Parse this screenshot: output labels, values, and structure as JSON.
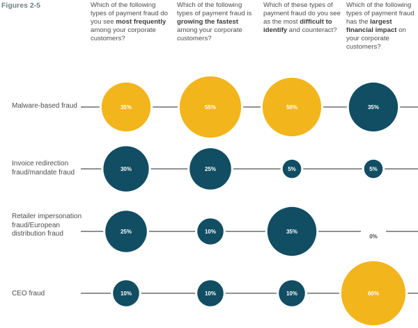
{
  "figure_label": "Figures 2-5",
  "columns": [
    {
      "pre": "Which of the following types of payment fraud do you see ",
      "bold": "most frequently",
      "post": " among your corporate customers?"
    },
    {
      "pre": "Which of the following types of payment fraud is ",
      "bold": "growing the fastest",
      "post": " among your corporate customers?"
    },
    {
      "pre": "Which of these types of payment fraud do you see as the most ",
      "bold": "difficult to identify",
      "post": " and counteract?"
    },
    {
      "pre": "Which of the following types of payment fraud has the ",
      "bold": "largest financial impact",
      "post": " on your corporate customers?"
    }
  ],
  "colors": {
    "gold": "#F2B51C",
    "teal": "#114D63",
    "line": "#222222",
    "text": "#4D4D4D"
  },
  "chart_data": {
    "type": "bubble-grid",
    "categories": [
      "Malware-based fraud",
      "Invoice redirection fraud/mandate fraud",
      "Retailer impersonation fraud/European distribution fraud",
      "CEO fraud"
    ],
    "values": [
      [
        35,
        55,
        50,
        35
      ],
      [
        30,
        25,
        5,
        5
      ],
      [
        25,
        10,
        35,
        0
      ],
      [
        10,
        10,
        10,
        60
      ]
    ],
    "value_labels": [
      [
        "35%",
        "55%",
        "50%",
        "35%"
      ],
      [
        "30%",
        "25%",
        "5%",
        "5%"
      ],
      [
        "25%",
        "10%",
        "35%",
        "0%"
      ],
      [
        "10%",
        "10%",
        "10%",
        "60%"
      ]
    ],
    "highlight": [
      [
        "gold",
        "gold",
        "gold",
        "teal"
      ],
      [
        "teal",
        "teal",
        "teal",
        "teal"
      ],
      [
        "teal",
        "teal",
        "teal",
        "teal"
      ],
      [
        "teal",
        "teal",
        "teal",
        "gold"
      ]
    ]
  }
}
